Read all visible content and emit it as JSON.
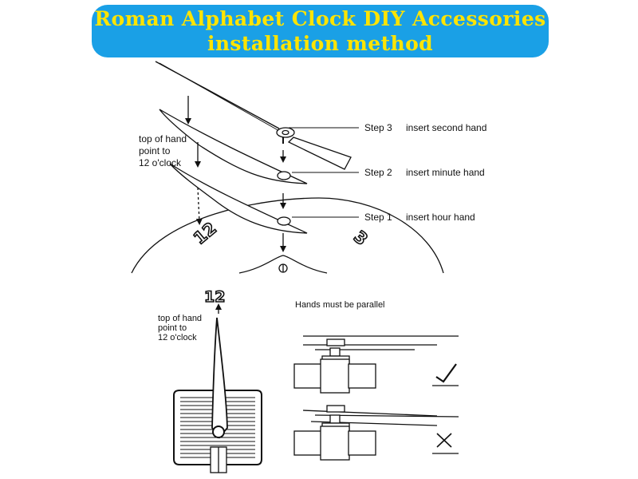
{
  "title": {
    "line1": "Roman Alphabet Clock DIY Accessories",
    "line2": "installation method"
  },
  "top_diagram": {
    "hand_note": [
      "top of hand",
      "point to",
      "12 o'clock"
    ],
    "steps": [
      {
        "step": "Step 3",
        "text": "insert second hand"
      },
      {
        "step": "Step 2",
        "text": "insert minute hand"
      },
      {
        "step": "Step 1",
        "text": "insert hour hand"
      }
    ],
    "dial_numbers": [
      "12",
      "3"
    ]
  },
  "bottom_left": {
    "dial_number": "12",
    "hand_note": [
      "top of hand",
      "point to",
      "12 o'clock"
    ]
  },
  "bottom_right": {
    "heading": "Hands must be parallel",
    "correct_mark": "check-mark-icon",
    "wrong_mark": "cross-mark-icon"
  }
}
